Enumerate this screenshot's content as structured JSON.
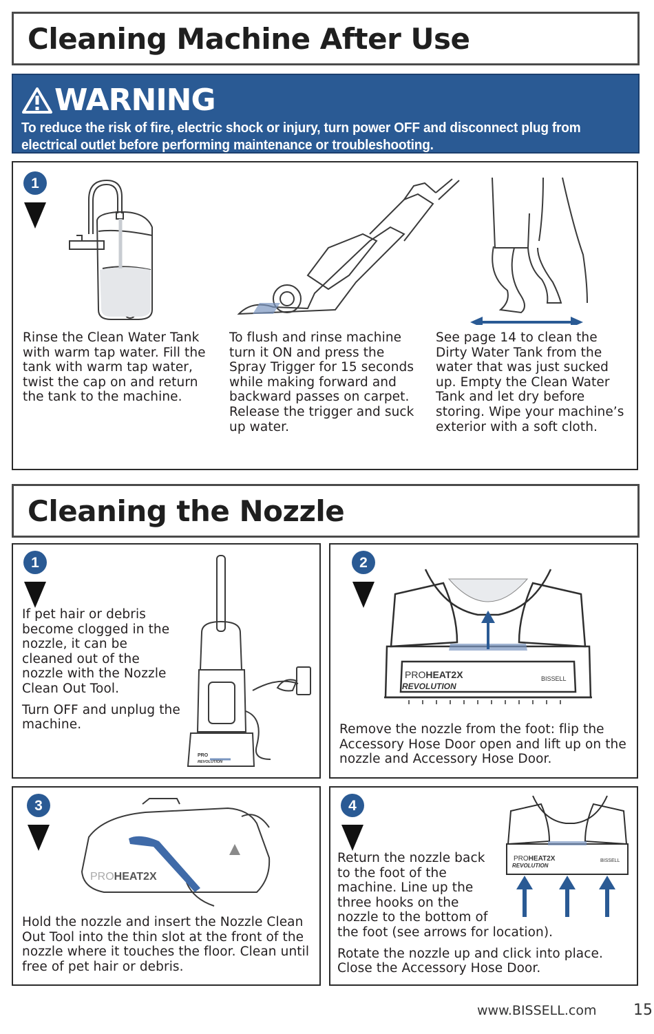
{
  "section1": {
    "title": "Cleaning Machine After Use"
  },
  "warning": {
    "heading": "WARNING",
    "text": "To reduce the risk of fire, electric shock or injury, turn power OFF and disconnect plug from electrical outlet before performing maintenance or troubleshooting.",
    "icon": "warning-triangle-icon"
  },
  "after_use_steps": {
    "badge": "1",
    "col1": "Rinse the Clean Water Tank with warm tap water. Fill the tank with warm tap water, twist the cap on and return the tank to the machine.",
    "col2": "To flush and rinse machine turn it ON and press the Spray Trigger for 15 seconds while making forward and backward passes on carpet. Release the trigger and suck up water.",
    "col3": "See page 14 to clean the Dirty Water Tank from the water that was just sucked up. Empty the Clean Water Tank and let dry before storing. Wipe your machine’s exterior with a soft cloth."
  },
  "section2": {
    "title": "Cleaning the Nozzle"
  },
  "nozzle_steps": [
    {
      "badge": "1",
      "text1": "If pet hair or debris become clogged in the nozzle, it can be cleaned out of the nozzle with the Nozzle Clean Out Tool.",
      "text2": "Turn OFF and unplug the machine."
    },
    {
      "badge": "2",
      "text1": "Remove the nozzle from the foot: flip the Accessory Hose Door open and lift up on the nozzle and Accessory Hose Door."
    },
    {
      "badge": "3",
      "text1": "Hold the nozzle and insert the Nozzle Clean Out Tool into the thin slot at the front of the nozzle where it touches the floor. Clean until free of pet hair or debris."
    },
    {
      "badge": "4",
      "text1": "Return the nozzle back to the foot of the machine. Line up the three hooks on the nozzle to the bottom of the foot (see arrows for location).",
      "text2": "Rotate the nozzle up and click into place. Close the Accessory Hose Door."
    }
  ],
  "product_labels": {
    "brand_pro": "PRO",
    "brand_heat": "HEAT2X",
    "model": "REVOLUTION",
    "maker": "BISSELL"
  },
  "footer": {
    "url": "www.BISSELL.com",
    "page": "15"
  },
  "colors": {
    "warning_bg": "#2a5a94",
    "badge_blue": "#2a5a94",
    "accent_blue": "#3a5f9a"
  }
}
